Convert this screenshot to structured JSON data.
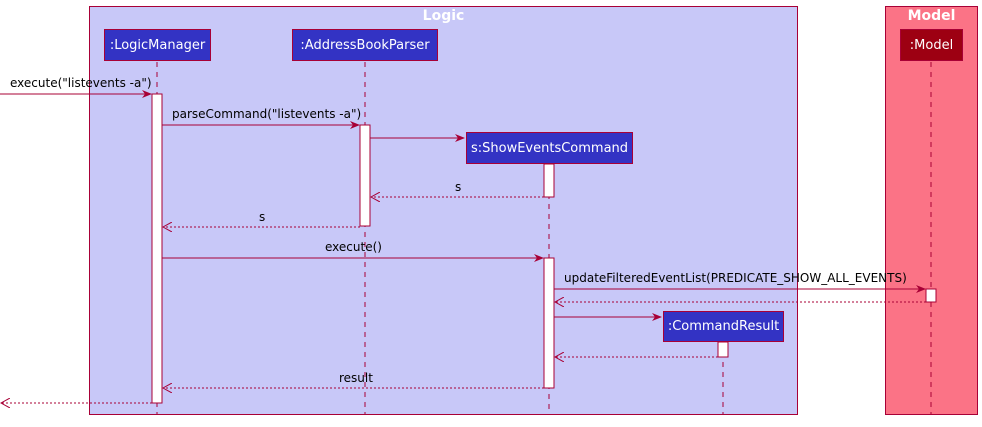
{
  "frames": {
    "logic": {
      "title": "Logic"
    },
    "model": {
      "title": "Model"
    }
  },
  "participants": {
    "logic_manager": ":LogicManager",
    "parser": ":AddressBookParser",
    "show_events_command": "s:ShowEventsCommand",
    "command_result": ":CommandResult",
    "model": ":Model"
  },
  "messages": {
    "execute_in": "execute(\"listevents -a\")",
    "parse_command": "parseCommand(\"listevents -a\")",
    "return_s1": "s",
    "return_s2": "s",
    "execute": "execute()",
    "update_list": "updateFilteredEventList(PREDICATE_SHOW_ALL_EVENTS)",
    "result": "result"
  },
  "colors": {
    "logic_frame": "#c8c8f8",
    "model_frame": "#fb7386",
    "frame_border": "#a80036",
    "participant": "#3333c4",
    "model_participant": "#9d0012",
    "arrow": "#a80036"
  }
}
